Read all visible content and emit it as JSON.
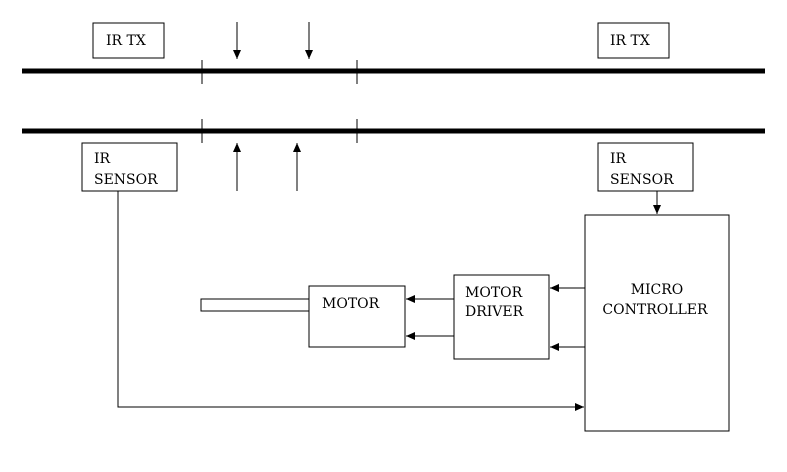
{
  "blocks": {
    "ir_tx_left": {
      "label": "IR TX"
    },
    "ir_tx_right": {
      "label": "IR TX"
    },
    "ir_sensor_left": {
      "line1": "IR",
      "line2": "SENSOR"
    },
    "ir_sensor_right": {
      "line1": "IR",
      "line2": "SENSOR"
    },
    "motor": {
      "label": "MOTOR"
    },
    "motor_driver": {
      "line1": "MOTOR",
      "line2": "DRIVER"
    },
    "micro_controller": {
      "line1": "MICRO",
      "line2": "CONTROLLER"
    }
  },
  "colors": {
    "stroke": "#000000",
    "background": "#ffffff"
  }
}
